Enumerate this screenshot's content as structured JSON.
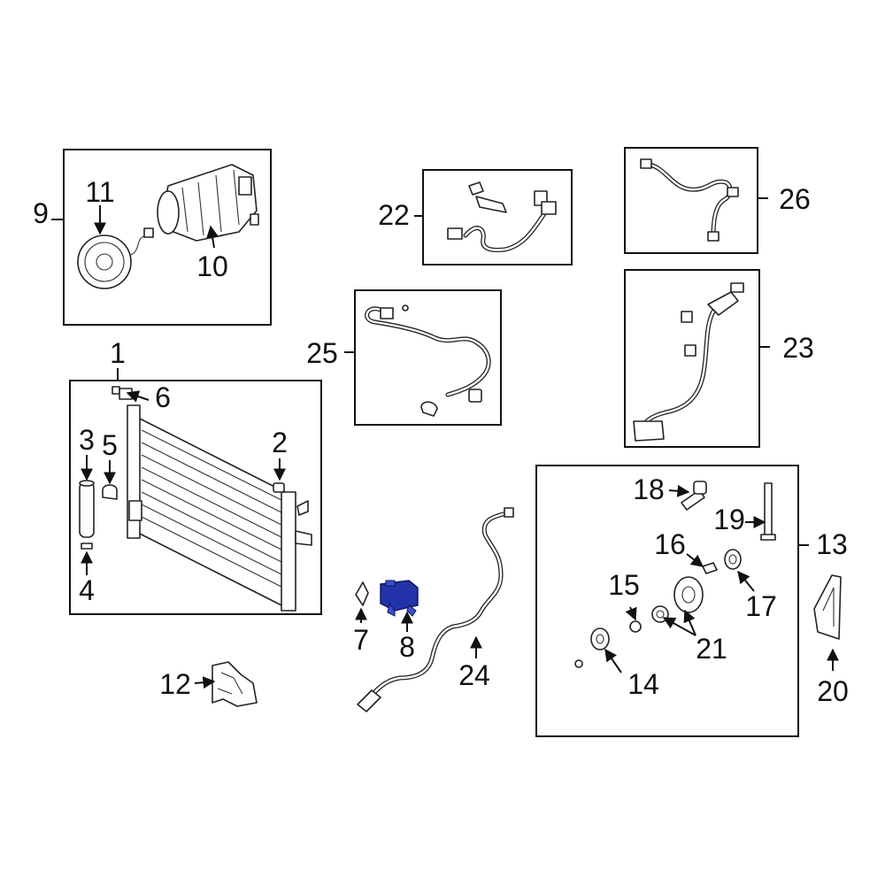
{
  "diagram": {
    "callouts": [
      "1",
      "2",
      "3",
      "4",
      "5",
      "6",
      "8",
      "7",
      "9",
      "10",
      "11",
      "12",
      "13",
      "14",
      "15",
      "16",
      "17",
      "18",
      "19",
      "20",
      "21",
      "22",
      "23",
      "24",
      "25",
      "26"
    ],
    "highlight_color": "#2233aa",
    "line_color": "#111111",
    "highlighted_part": "8"
  }
}
